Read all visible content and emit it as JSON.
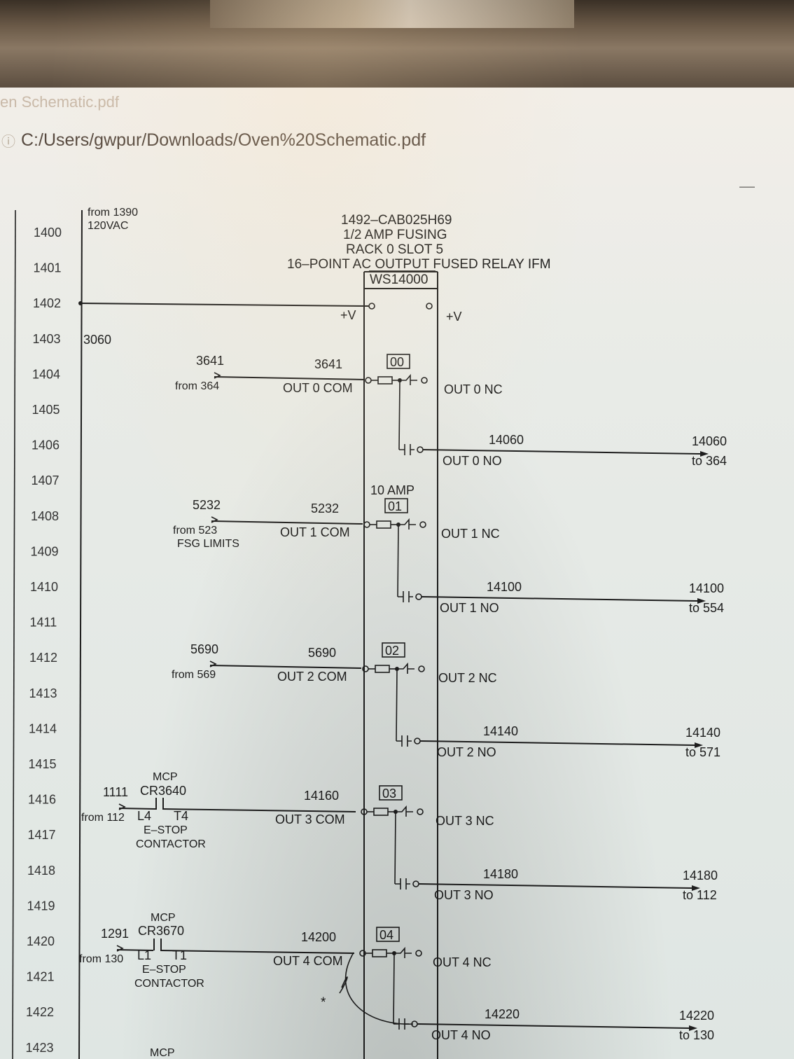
{
  "window": {
    "tab_title": "en Schematic.pdf",
    "url": "C:/Users/gwpur/Downloads/Oven%20Schematic.pdf",
    "minimize_glyph": "—"
  },
  "header": {
    "from_rung": "from 1390",
    "supply": "120VAC",
    "part_number": "1492–CAB025H69",
    "fusing": "1/2 AMP FUSING",
    "rack_slot": "RACK 0 SLOT 5",
    "description": "16–POINT AC OUTPUT FUSED RELAY IFM",
    "module_id": "WS14000"
  },
  "rung_numbers": [
    "1400",
    "1401",
    "1402",
    "1403",
    "1404",
    "1405",
    "1406",
    "1407",
    "1408",
    "1409",
    "1410",
    "1411",
    "1412",
    "1413",
    "1414",
    "1415",
    "1416",
    "1417",
    "1418",
    "1419",
    "1420",
    "1421",
    "1422",
    "1423"
  ],
  "left_rail": {
    "wire_3060": "3060",
    "plus_v_left": "+V",
    "plus_v_right": "+V"
  },
  "outputs": [
    {
      "index": "00",
      "in_wire": "3641",
      "in_from": "from 364",
      "in_from2": "",
      "com_wire": "3641",
      "com_label": "OUT 0 COM",
      "nc_label": "OUT 0 NC",
      "no_wire": "14060",
      "no_label": "OUT 0 NO",
      "dest_wire": "14060",
      "dest_to": "to 364"
    },
    {
      "index": "01",
      "in_wire": "5232",
      "in_from": "from 523",
      "in_from2": "FSG LIMITS",
      "com_wire": "5232",
      "com_label": "OUT 1 COM",
      "nc_label": "OUT 1 NC",
      "no_wire": "14100",
      "no_label": "OUT 1 NO",
      "dest_wire": "14100",
      "dest_to": "to 554"
    },
    {
      "index": "02",
      "in_wire": "5690",
      "in_from": "from 569",
      "in_from2": "",
      "com_wire": "5690",
      "com_label": "OUT 2 COM",
      "nc_label": "OUT 2 NC",
      "no_wire": "14140",
      "no_label": "OUT 2 NO",
      "dest_wire": "14140",
      "dest_to": "to 571"
    },
    {
      "index": "03",
      "in_wire": "1111",
      "in_from": "from 112",
      "in_from2": "",
      "com_wire": "14160",
      "com_label": "OUT 3 COM",
      "nc_label": "OUT 3 NC",
      "no_wire": "14180",
      "no_label": "OUT 3 NO",
      "dest_wire": "14180",
      "dest_to": "to 112"
    },
    {
      "index": "04",
      "in_wire": "1291",
      "in_from": "from 130",
      "in_from2": "",
      "com_wire": "14200",
      "com_label": "OUT 4 COM",
      "nc_label": "OUT 4 NC",
      "no_wire": "14220",
      "no_label": "OUT 4 NO",
      "dest_wire": "14220",
      "dest_to": "to 130"
    }
  ],
  "fuse_note": "10 AMP",
  "contactors": [
    {
      "panel": "MCP",
      "tag": "CR3640",
      "term_left": "L4",
      "term_right": "T4",
      "name1": "E–STOP",
      "name2": "CONTACTOR"
    },
    {
      "panel": "MCP",
      "tag": "CR3670",
      "term_left": "L1",
      "term_right": "T1",
      "name1": "E–STOP",
      "name2": "CONTACTOR"
    }
  ],
  "jumper_mark": "*",
  "bottom_panel_fragment": "MCP"
}
